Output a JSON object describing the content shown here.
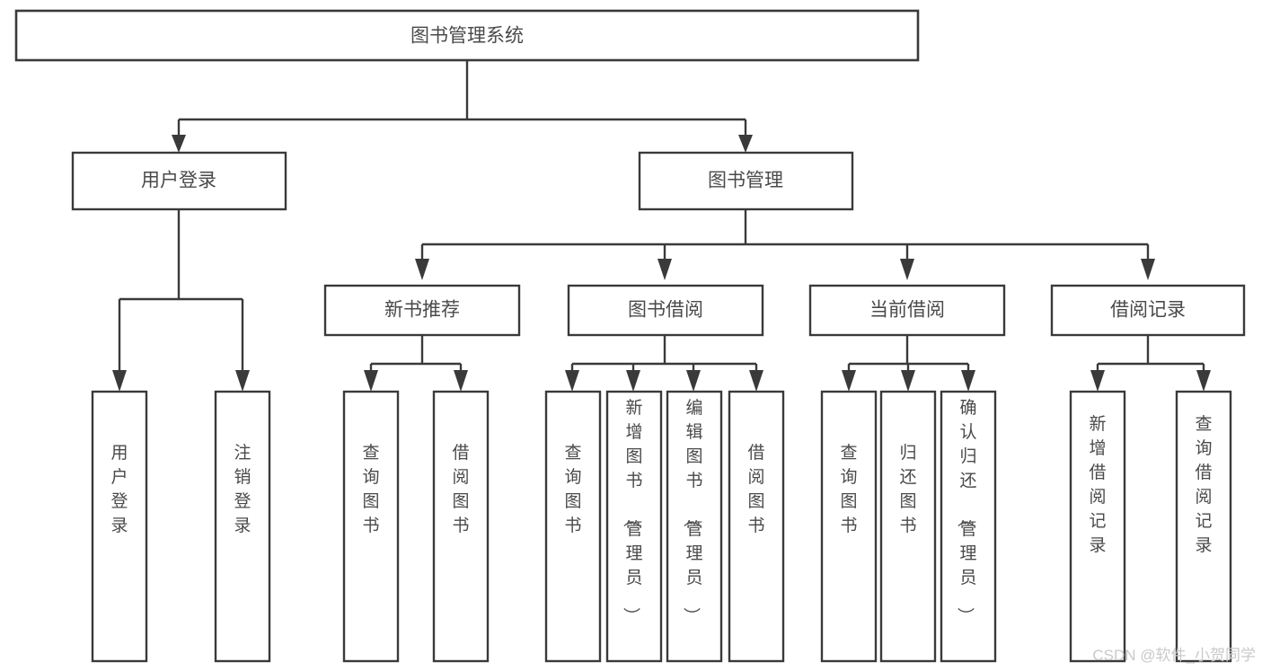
{
  "diagram": {
    "title": "图书管理系统",
    "type": "tree-hierarchy-chart",
    "orientation": "top-down",
    "colors": {
      "background": "#ffffff",
      "box_stroke": "#3a3a3a",
      "box_fill": "#ffffff",
      "text": "#4a4a4a",
      "watermark": "#c9c9c9"
    }
  },
  "root": {
    "label": "图书管理系统"
  },
  "level2": [
    {
      "id": "user-login",
      "label": "用户登录"
    },
    {
      "id": "book-management",
      "label": "图书管理"
    }
  ],
  "level3": [
    {
      "id": "new-book-recommend",
      "label": "新书推荐",
      "parent": "book-management"
    },
    {
      "id": "book-borrow",
      "label": "图书借阅",
      "parent": "book-management"
    },
    {
      "id": "current-borrow",
      "label": "当前借阅",
      "parent": "book-management"
    },
    {
      "id": "borrow-record",
      "label": "借阅记录",
      "parent": "book-management"
    }
  ],
  "leaves": {
    "user-login": [
      {
        "id": "leaf-user-login",
        "label": "用户登录"
      },
      {
        "id": "leaf-user-logout",
        "label": "注销登录"
      }
    ],
    "new-book-recommend": [
      {
        "id": "leaf-query-book-1",
        "label": "查询图书"
      },
      {
        "id": "leaf-borrow-book-1",
        "label": "借阅图书"
      }
    ],
    "book-borrow": [
      {
        "id": "leaf-query-book-2",
        "label": "查询图书"
      },
      {
        "id": "leaf-add-book",
        "label": "新增图书（管理员）"
      },
      {
        "id": "leaf-edit-book",
        "label": "编辑图书（管理员）"
      },
      {
        "id": "leaf-borrow-book-2",
        "label": "借阅图书"
      }
    ],
    "current-borrow": [
      {
        "id": "leaf-query-book-3",
        "label": "查询图书"
      },
      {
        "id": "leaf-return-book",
        "label": "归还图书"
      },
      {
        "id": "leaf-confirm-return",
        "label": "确认归还（管理员）"
      }
    ],
    "borrow-record": [
      {
        "id": "leaf-add-record",
        "label": "新增借阅记录"
      },
      {
        "id": "leaf-query-record",
        "label": "查询借阅记录"
      }
    ]
  },
  "watermark": {
    "text": "CSDN @软件_小贺同学"
  }
}
